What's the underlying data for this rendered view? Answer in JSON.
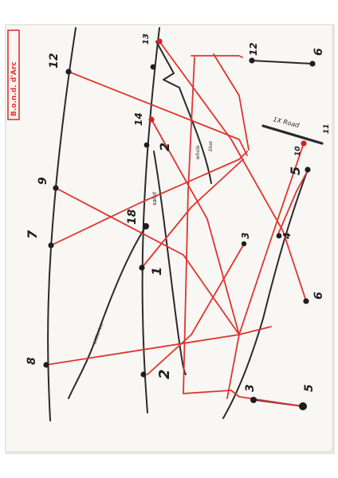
{
  "colors": {
    "paper": "#f8f7f4",
    "ink_black": "#2a2a2a",
    "ink_red": "#e0342f"
  },
  "stamp": {
    "text": "B.o.n.d. d'Arc"
  },
  "labels": {
    "l_12_top_left": "12",
    "l_9": "9",
    "l_7": "7",
    "l_8": "8",
    "l_13_top": "13",
    "l_14_mid": "14",
    "l_2_mid": "2",
    "l_18": "18",
    "l_1": "1",
    "l_2_bottom": "2",
    "l_3_mid": "3",
    "l_3_bottom": "3",
    "l_12_right": "12",
    "l_6_top_right": "6",
    "l_5_right": "5",
    "l_10": "10",
    "l_11": "11",
    "l_4": "4",
    "l_6_right": "6",
    "l_5_bottom": "5"
  },
  "annotations": {
    "road_label": "1X Road",
    "curve_label_a": "salut",
    "curve_label_b": "whole",
    "curve_label_c": "blue",
    "curve_label_d": "Littleriver"
  }
}
